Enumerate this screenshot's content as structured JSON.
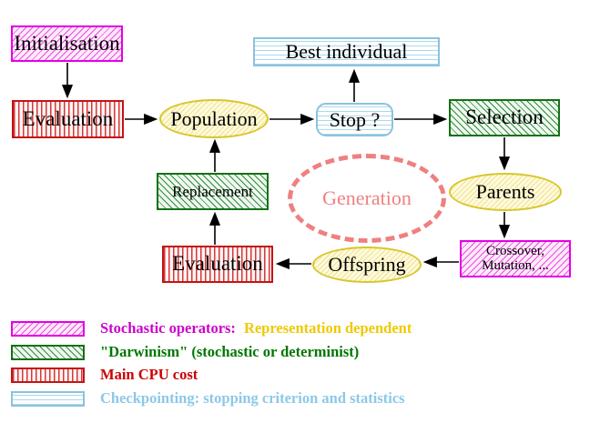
{
  "diagram": {
    "nodes": {
      "initialisation": {
        "label": "Initialisation"
      },
      "evaluation_top": {
        "label": "Evaluation"
      },
      "population": {
        "label": "Population"
      },
      "best_individual": {
        "label": "Best individual"
      },
      "stop": {
        "label": "Stop ?"
      },
      "selection": {
        "label": "Selection"
      },
      "replacement": {
        "label": "Replacement"
      },
      "generation": {
        "label": "Generation"
      },
      "parents": {
        "label": "Parents"
      },
      "evaluation_bottom": {
        "label": "Evaluation"
      },
      "offspring": {
        "label": "Offspring"
      },
      "crossover": {
        "line1": "Crossover,",
        "line2": "Mutation, ..."
      }
    }
  },
  "legend": {
    "items": [
      {
        "name": "stochastic-operators",
        "label": "Stochastic operators:",
        "label2": "Representation dependent"
      },
      {
        "name": "darwinism",
        "label": "\"Darwinism\" (stochastic or determinist)",
        "label2": ""
      },
      {
        "name": "main-cpu-cost",
        "label": "Main CPU cost",
        "label2": ""
      },
      {
        "name": "checkpointing",
        "label": "Checkpointing: stopping criterion and statistics",
        "label2": ""
      }
    ]
  },
  "colors": {
    "magenta_border": "#e400e4",
    "magenta_text": "#cc00cc",
    "gold_text": "#eec900",
    "red_border": "#c41414",
    "red_text": "#cc0000",
    "green_border": "#157015",
    "green_text": "#007700",
    "cyan_border": "#8cc2de",
    "cyan_text": "#8cc8e8",
    "yellow_border": "#d9c62c",
    "salmon": "#ef8080",
    "arrow": "#000000"
  }
}
